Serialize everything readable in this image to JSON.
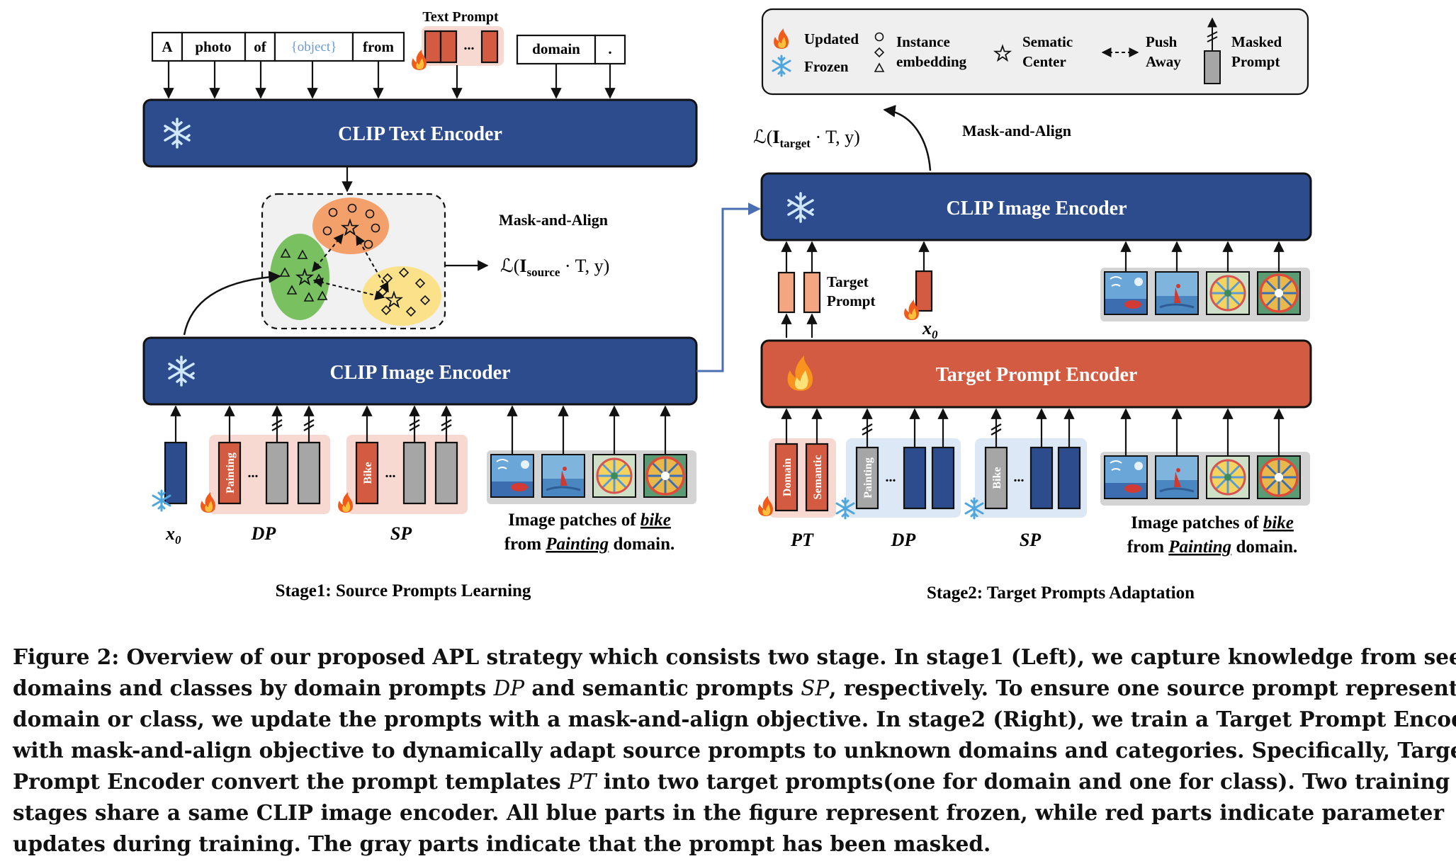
{
  "legend": {
    "updated": "Updated",
    "frozen": "Frozen",
    "instance_line1": "Instance",
    "instance_line2": "embedding",
    "center_line1": "Sematic",
    "center_line2": "Center",
    "push_line1": "Push",
    "push_line2": "Away",
    "masked_line1": "Masked",
    "masked_line2": "Prompt"
  },
  "stage1": {
    "template_tokens": [
      "A",
      "photo",
      "of",
      "{object}",
      "from"
    ],
    "text_prompt_label": "Text Prompt",
    "text_prompt_ellipsis": "...",
    "domain_token": "domain",
    "period_token": ".",
    "text_encoder": "CLIP Text Encoder",
    "mask_align": "Mask-and-Align",
    "loss_prefix": "ℒ(",
    "loss_I": "I",
    "loss_sub": "source",
    "loss_suffix": " · T, y)",
    "image_encoder": "CLIP Image Encoder",
    "x0_base": "x",
    "x0_sub": "0",
    "dp_first": "Painting",
    "sp_first": "Bike",
    "dots": "...",
    "dp_label": "DP",
    "sp_label": "SP",
    "patches_line1_pre": "Image patches of ",
    "patches_line1_em": "bike",
    "patches_line2_pre": "from ",
    "patches_line2_em": "Painting",
    "patches_line2_post": " domain.",
    "title": "Stage1: Source Prompts Learning"
  },
  "stage2": {
    "loss_prefix": "ℒ(",
    "loss_I": "I",
    "loss_sub": "target",
    "loss_suffix": " · T, y)",
    "mask_align": "Mask-and-Align",
    "image_encoder": "CLIP Image Encoder",
    "target_prompt_line1": "Target",
    "target_prompt_line2": "Prompt",
    "x0_base": "x",
    "x0_sub": "0",
    "prompt_encoder": "Target Prompt Encoder",
    "pt_first": "Domain",
    "pt_second": "Semantic",
    "dp_first": "Painting",
    "sp_first": "Bike",
    "dots": "...",
    "pt_label": "PT",
    "dp_label": "DP",
    "sp_label": "SP",
    "patches_line1_pre": "Image patches of ",
    "patches_line1_em": "bike",
    "patches_line2_pre": "from ",
    "patches_line2_em": "Painting",
    "patches_line2_post": " domain.",
    "title": "Stage2: Target Prompts Adaptation"
  },
  "caption": {
    "l1": "Figure 2: Overview of our proposed APL strategy which consists two stage. In stage1 (Left), we capture knowledge from seen",
    "l2a": "domains and classes by domain prompts ",
    "l2b": "DP",
    "l2c": " and semantic prompts ",
    "l2d": "SP",
    "l2e": ", respectively. To ensure one source prompt represent one",
    "l3": "domain or class, we update the prompts with a mask-and-align objective. In stage2 (Right), we train a Target Prompt Encoder",
    "l4": "with mask-and-align objective to dynamically adapt source prompts to unknown domains and categories. Specifically, Target",
    "l5a": "Prompt Encoder convert the prompt templates ",
    "l5b": "PT",
    "l5c": " into two target prompts(one for domain and one for class). Two training",
    "l6": "stages share a same CLIP image encoder. All blue parts in the figure represent frozen, while red parts indicate parameter",
    "l7": "updates during training. The gray parts indicate that the prompt has been masked."
  },
  "colors": {
    "encoder_blue": "#2d4c8e",
    "encoder_red": "#d25b41",
    "prompt_red": "#d25b41",
    "prompt_light": "#f4a582",
    "masked_gray": "#a6a6a6",
    "highlight_pink": "#f7d9d2",
    "highlight_blue": "#dce8f5",
    "cluster_orange": "#f3a06a",
    "cluster_green": "#78c060",
    "cluster_yellow": "#fbe28a"
  }
}
